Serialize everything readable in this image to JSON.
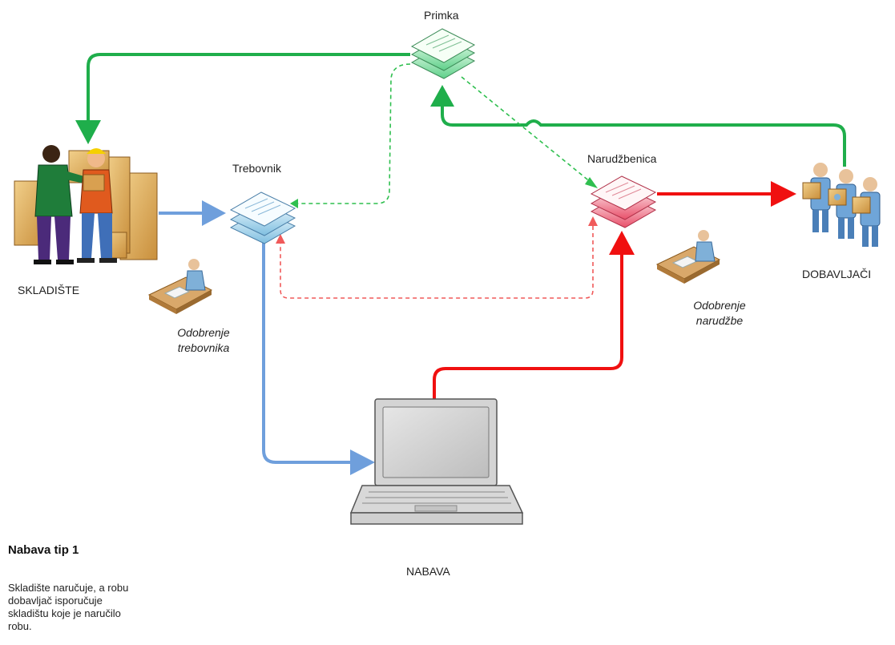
{
  "labels": {
    "primka": "Primka",
    "trebovnik": "Trebovnik",
    "narudzbenica": "Narudžbenica",
    "skladiste": "SKLADIŠTE",
    "dobavljaci": "DOBAVLJAČI",
    "nabava": "NABAVA"
  },
  "approvals": {
    "trebovnik_line1": "Odobrenje",
    "trebovnik_line2": "trebovnika",
    "narudzbe_line1": "Odobrenje",
    "narudzbe_line2": "narudžbe"
  },
  "info": {
    "title": "Nabava tip 1",
    "line1": "Skladište naručuje, a robu",
    "line2": "dobavljač isporučuje",
    "line3": "skladištu koje je naručilo",
    "line4": "robu."
  },
  "colors": {
    "green": "#1fae4b",
    "red": "#f01010",
    "blue": "#6f9fdc",
    "dashed_red": "#f05a5a",
    "dashed_green": "#2fbf4f"
  }
}
